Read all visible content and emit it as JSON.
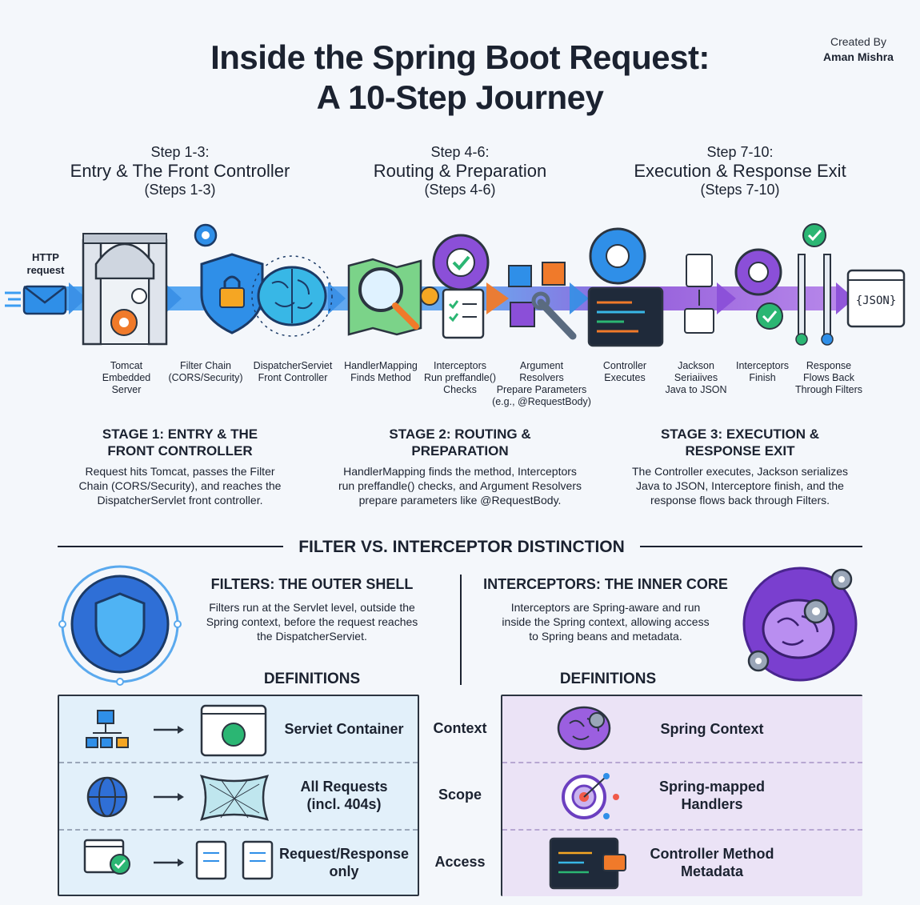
{
  "header": {
    "title_line1": "Inside the Spring Boot Request:",
    "title_line2": "A 10-Step Journey",
    "created_by_label": "Created By",
    "author": "Aman Mishra"
  },
  "phases": [
    {
      "step": "Step 1-3:",
      "name": "Entry & The Front Controller",
      "range": "(Steps 1-3)"
    },
    {
      "step": "Step 4-6:",
      "name": "Routing & Preparation",
      "range": "(Steps 4-6)"
    },
    {
      "step": "Step 7-10:",
      "name": "Execution & Response Exit",
      "range": "(Steps 7-10)"
    }
  ],
  "flow": {
    "http_label": [
      "HTTP",
      "request"
    ],
    "json_label": "{JSON}",
    "steps": [
      {
        "lines": [
          "Tomcat",
          "Embedded",
          "Server"
        ]
      },
      {
        "lines": [
          "Filter Chain",
          "(CORS/Security)"
        ]
      },
      {
        "lines": [
          "DispatcherServiet",
          "Front Controller"
        ]
      },
      {
        "lines": [
          "HandlerMapping",
          "Finds Method"
        ]
      },
      {
        "lines": [
          "Interceptors",
          "Run preffandle()",
          "Checks"
        ]
      },
      {
        "lines": [
          "Argument",
          "Resolvers",
          "Prepare Parameters",
          "(e.g., @RequestBody)"
        ]
      },
      {
        "lines": [
          "Controller",
          "Executes"
        ]
      },
      {
        "lines": [
          "Jackson",
          "Seriaiives",
          "Java to JSON"
        ]
      },
      {
        "lines": [
          "Interceptors",
          "Finish"
        ]
      },
      {
        "lines": [
          "Response",
          "Flows Back",
          "Through Filters"
        ]
      }
    ]
  },
  "stages": [
    {
      "title": [
        "STAGE 1: ENTRY & THE",
        "FRONT CONTROLLER"
      ],
      "desc": [
        "Request hits Tomcat, passes the Filter",
        "Chain (CORS/Security), and reaches the",
        "DispatcherServlet front controller."
      ]
    },
    {
      "title": [
        "STAGE 2: ROUTING &",
        "PREPARATION"
      ],
      "desc": [
        "HandlerMapping finds the method, Interceptors",
        "run preffandle() checks, and Argument Resolvers",
        "prepare parameters like @RequestBody."
      ]
    },
    {
      "title": [
        "STAGE 3: EXECUTION &",
        "RESPONSE EXIT"
      ],
      "desc": [
        "The Controller executes, Jackson serializes",
        "Java to JSON, Interceptore finish, and the",
        "response flows back through Filters."
      ]
    }
  ],
  "distinction": {
    "title": "FILTER VS. INTERCEPTOR DISTINCTION",
    "filters": {
      "title": "FILTERS: THE OUTER SHELL",
      "desc": [
        "Filters run at the Servlet level, outside the",
        "Spring context, before the request reaches",
        "the DispatcherServiet."
      ]
    },
    "interceptors": {
      "title": "INTERCEPTORS: THE INNER CORE",
      "desc": [
        "Interceptors are Spring-aware and run",
        "inside the Spring context, allowing access",
        "to Spring beans and metadata."
      ]
    }
  },
  "definitions": {
    "left_title": "DEFINITIONS",
    "right_title": "DEFINITIONS",
    "rows": [
      {
        "category": "Context",
        "filter": [
          "Serviet Container"
        ],
        "interceptor": [
          "Spring Context"
        ]
      },
      {
        "category": "Scope",
        "filter": [
          "All Requests",
          "(incl. 404s)"
        ],
        "interceptor": [
          "Spring-mapped",
          "Handlers"
        ]
      },
      {
        "category": "Access",
        "filter": [
          "Request/Response",
          "only"
        ],
        "interceptor": [
          "Controller Method",
          "Metadata"
        ]
      }
    ]
  },
  "colors": {
    "primary_blue": "#2f8fe8",
    "purple": "#8b4fd8",
    "orange": "#f07a2a",
    "green": "#2bb673",
    "dark": "#1b2230"
  }
}
